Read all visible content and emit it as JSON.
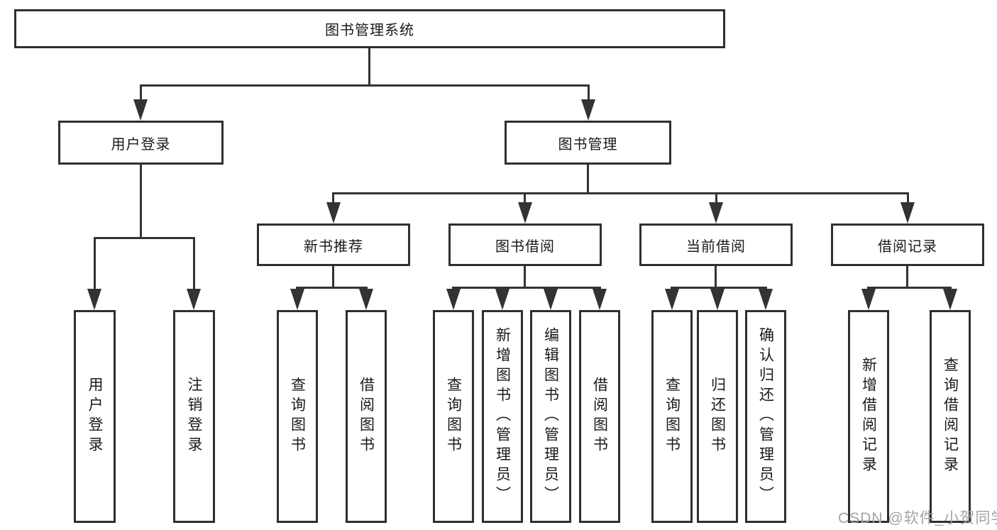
{
  "tree": {
    "label": "图书管理系统",
    "children": [
      {
        "label": "用户登录",
        "children": [
          {
            "label": "用户登录"
          },
          {
            "label": "注销登录"
          }
        ]
      },
      {
        "label": "图书管理",
        "children": [
          {
            "label": "新书推荐",
            "children": [
              {
                "label": "查询图书"
              },
              {
                "label": "借阅图书"
              }
            ]
          },
          {
            "label": "图书借阅",
            "children": [
              {
                "label": "查询图书"
              },
              {
                "label": "新增图书（管理员）"
              },
              {
                "label": "编辑图书（管理员）"
              },
              {
                "label": "借阅图书"
              }
            ]
          },
          {
            "label": "当前借阅",
            "children": [
              {
                "label": "查询图书"
              },
              {
                "label": "归还图书"
              },
              {
                "label": "确认归还（管理员）"
              }
            ]
          },
          {
            "label": "借阅记录",
            "children": [
              {
                "label": "新增借阅记录"
              },
              {
                "label": "查询借阅记录"
              }
            ]
          }
        ]
      }
    ]
  },
  "watermark": "CSDN @软件_小贺同学",
  "colors": {
    "line": "#333333",
    "box_border": "#2f2f2f",
    "text": "#1a1a1a",
    "watermark": "#a3a3a3",
    "background": "#ffffff"
  }
}
